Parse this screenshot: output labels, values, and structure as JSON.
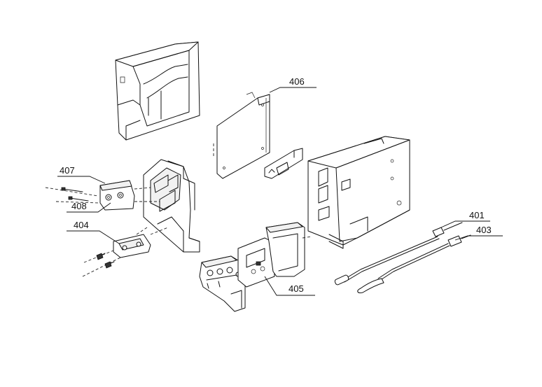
{
  "diagram": {
    "labels": {
      "p406": "406",
      "p407": "407",
      "p408": "408",
      "p404": "404",
      "p405": "405",
      "p401": "401",
      "p403": "403"
    }
  }
}
